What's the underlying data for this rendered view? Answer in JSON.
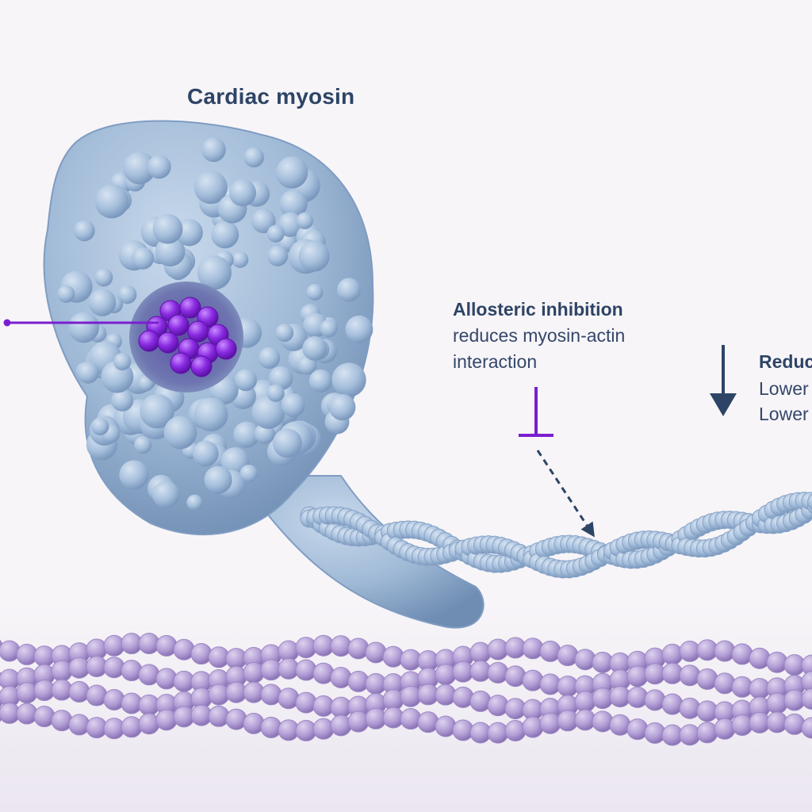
{
  "title": "Cardiac myosin",
  "allosteric": {
    "title": "Allosteric inhibition",
    "line1": "reduces myosin-actin",
    "line2": "interaction"
  },
  "effect": {
    "title": "Reduc",
    "line1": "Lower",
    "line2": "Lower"
  },
  "colors": {
    "myosin": "#9fb9d6",
    "inhibitor": "#7a1fd0",
    "actin": "#b7a4d8",
    "text_dark": "#2e4466",
    "arrow": "#2e4466"
  },
  "icons": {
    "inhibition_marker": "t-bar-icon",
    "downward_effect": "down-arrow-icon",
    "pointer": "leader-line"
  }
}
